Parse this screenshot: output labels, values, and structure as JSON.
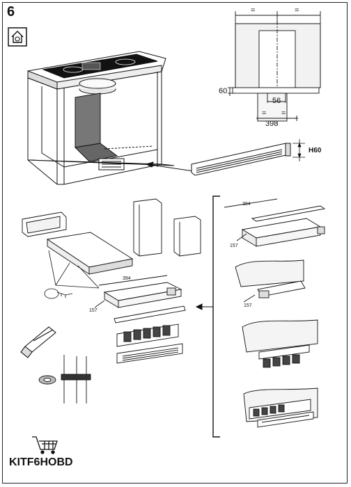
{
  "page_number": "6",
  "product_code": "KITF6HOBD",
  "icons": {
    "recirculation": "house-recirculation-icon",
    "cart": "shopping-cart-icon",
    "saw": "hacksaw-icon",
    "tape": "adhesive-tape-icon",
    "measure": "measuring-tape-icon",
    "arrow": "arrow-left-icon"
  },
  "dimensions": {
    "equal_left": "=",
    "equal_right": "=",
    "d60": "60",
    "d56": "56",
    "equal_bottom_left": "=",
    "equal_bottom_right": "=",
    "d398": "398",
    "h60": "H60",
    "d394_a": "394",
    "d157_a": "157",
    "d394_b": "394",
    "d157_b": "157",
    "d157_c": "157"
  }
}
